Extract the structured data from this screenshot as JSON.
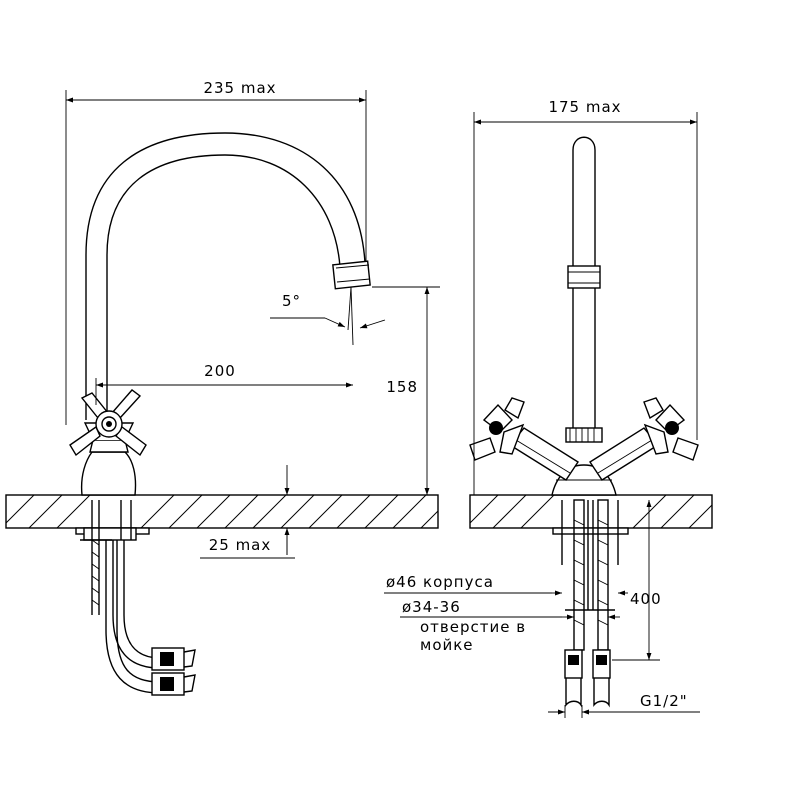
{
  "dimensions": {
    "width_max": "235 max",
    "depth_max": "175 max",
    "angle": "5°",
    "reach": "200",
    "height": "158",
    "max_thickness": "25 max",
    "body_diameter": "ø46 корпуса",
    "hole_diameter": "ø34-36",
    "hole_note_line1": "отверстие в",
    "hole_note_line2": "мойке",
    "hose_length": "400",
    "thread": "G1/2\""
  },
  "colors": {
    "line": "#000000",
    "background": "#ffffff"
  }
}
